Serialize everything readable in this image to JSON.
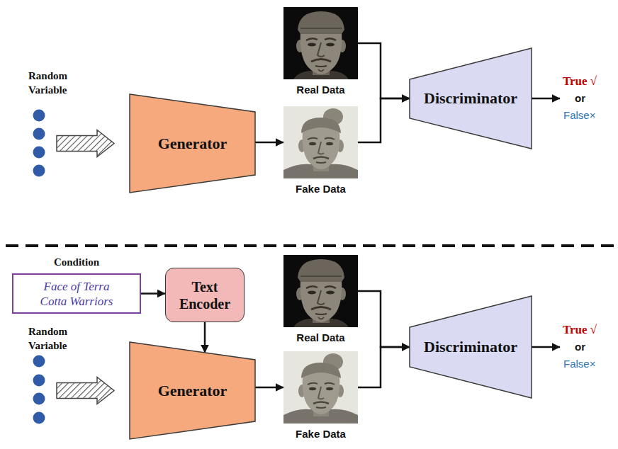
{
  "diagram": {
    "nodes": [
      {
        "text": [
          "Random Variable"
        ]
      },
      {
        "text": [
          "Generator"
        ]
      },
      {
        "text": [
          "Real Data"
        ]
      },
      {
        "text": [
          "Fake Data"
        ]
      },
      {
        "text": [
          "Discriminator"
        ]
      },
      {
        "text": [
          "Condition",
          "Face of Terra Cotta Warriors"
        ]
      },
      {
        "text": [
          "Text Encoder"
        ]
      },
      {
        "text": [
          "Random Variable"
        ]
      },
      {
        "text": [
          "Generator"
        ]
      },
      {
        "text": [
          "Real Data"
        ]
      },
      {
        "text": [
          "Fake Data"
        ]
      },
      {
        "text": [
          "Discriminator"
        ]
      }
    ],
    "edges": [
      {
        "from": 0,
        "to": 1,
        "arrow": "to"
      },
      {
        "from": 1,
        "to": 3,
        "arrow": "to"
      },
      {
        "from": 2,
        "to": 4,
        "arrow": "to"
      },
      {
        "from": 3,
        "to": 4,
        "arrow": "to"
      },
      {
        "from": 5,
        "to": 6,
        "arrow": "to"
      },
      {
        "from": 6,
        "to": 8,
        "arrow": "to"
      },
      {
        "from": 7,
        "to": 8,
        "arrow": "to"
      },
      {
        "from": 8,
        "to": 10,
        "arrow": "to"
      },
      {
        "from": 9,
        "to": 11,
        "arrow": "to"
      },
      {
        "from": 10,
        "to": 11,
        "arrow": "to"
      }
    ],
    "labels": [
      "True √",
      "or",
      "False×",
      "True √",
      "or",
      "False×"
    ]
  }
}
